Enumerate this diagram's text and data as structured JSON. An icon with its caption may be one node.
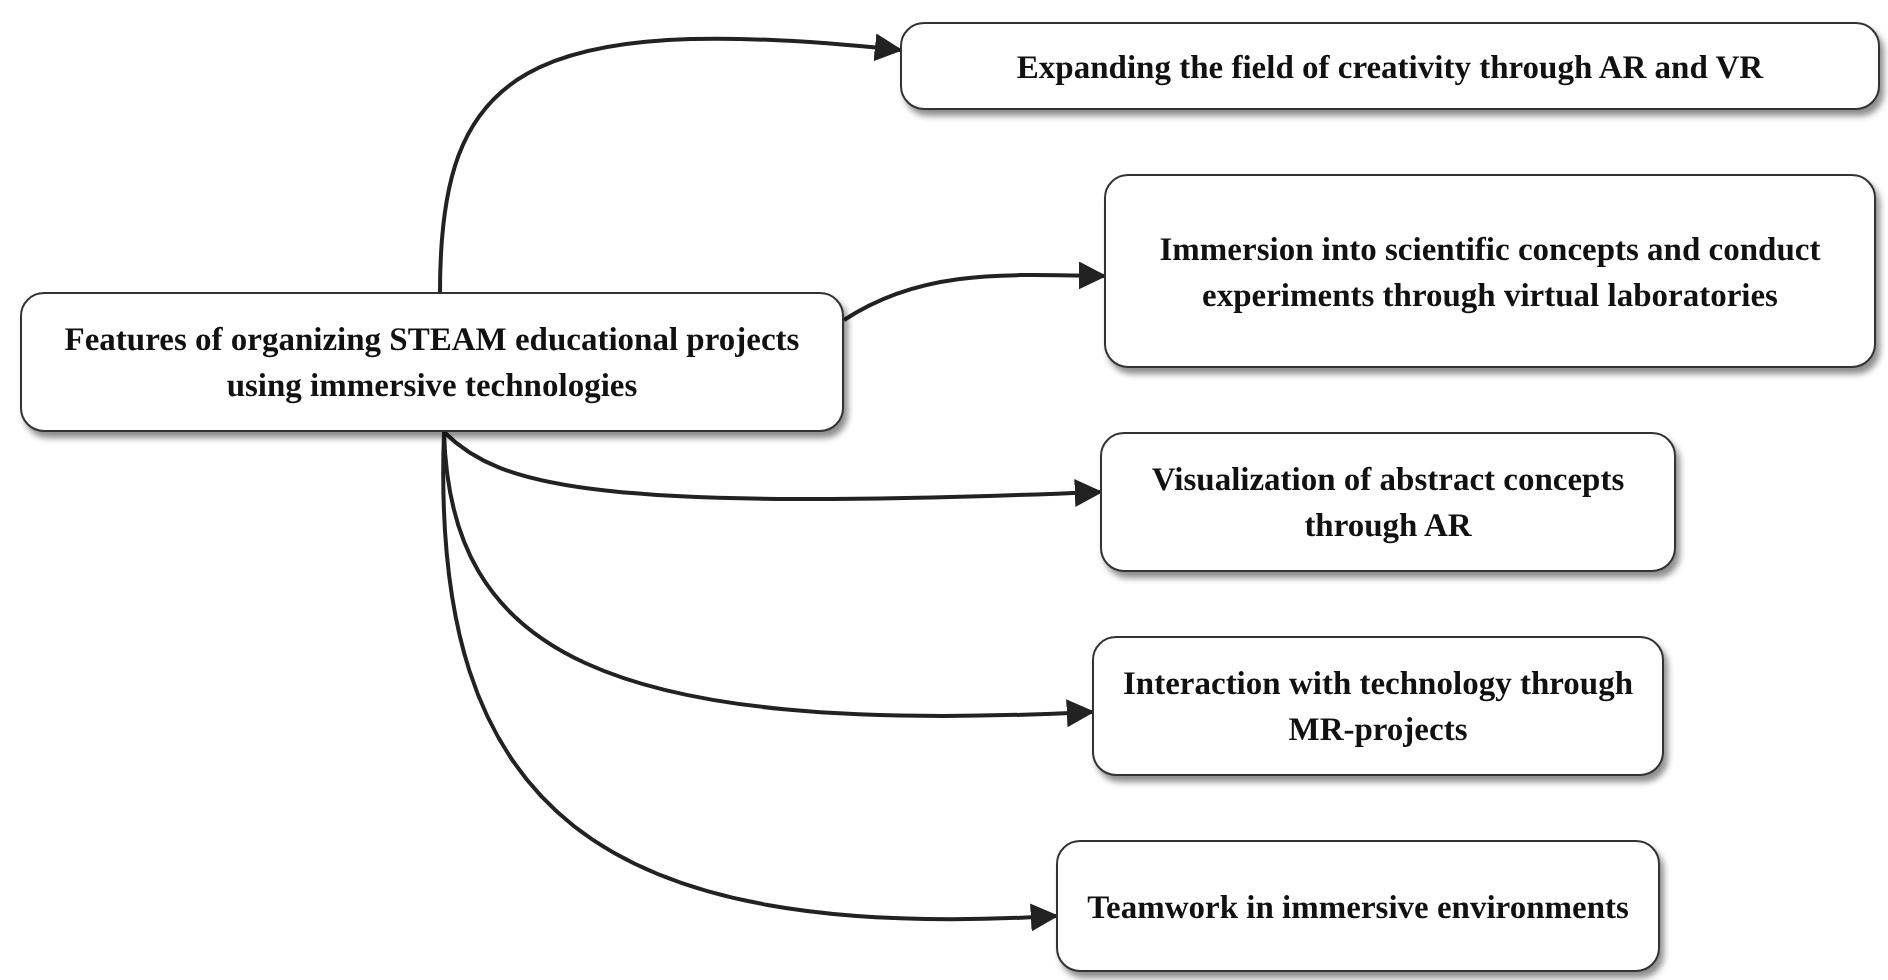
{
  "diagram": {
    "nodes": [
      {
        "text": [
          "Features of organizing STEAM educational projects using immersive technologies"
        ]
      },
      {
        "text": [
          "Expanding the field of creativity through AR and VR"
        ]
      },
      {
        "text": [
          "Immersion into scientific concepts and conduct experiments through virtual laboratories"
        ]
      },
      {
        "text": [
          "Visualization of abstract concepts through AR"
        ]
      },
      {
        "text": [
          "Interaction with technology through MR-projects"
        ]
      },
      {
        "text": [
          "Teamwork in immersive environments"
        ]
      }
    ],
    "edges": [
      {
        "from": 0,
        "to": 1,
        "arrow": "to"
      },
      {
        "from": 0,
        "to": 2,
        "arrow": "to"
      },
      {
        "from": 0,
        "to": 3,
        "arrow": "to"
      },
      {
        "from": 0,
        "to": 4,
        "arrow": "to"
      },
      {
        "from": 0,
        "to": 5,
        "arrow": "to"
      }
    ]
  }
}
